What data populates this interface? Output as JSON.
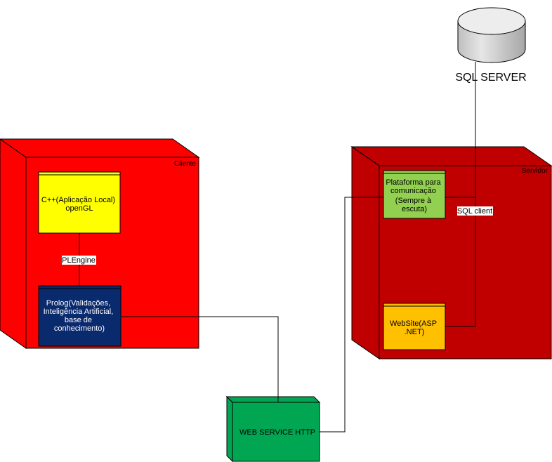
{
  "nodes": {
    "cliente": {
      "name": "Cliente"
    },
    "servidor": {
      "name": "Servidor"
    },
    "webservice": {
      "name": "WEB SERVICE HTTP"
    }
  },
  "components": {
    "cpp": {
      "lines": [
        "C++(Aplicação Local)",
        "openGL"
      ]
    },
    "prolog": {
      "lines": [
        "Prolog(Validações,",
        "Inteligência Artificial,",
        "base de",
        "conhecimento)"
      ]
    },
    "plataforma": {
      "lines": [
        "Plataforma para",
        "comunicação",
        "(Sempre à",
        "escuta)"
      ]
    },
    "website": {
      "lines": [
        "WebSite(ASP",
        ".NET)"
      ]
    }
  },
  "database": {
    "name": "SQL SERVER"
  },
  "connectors": {
    "plengine": "PLEngine",
    "sqlclient": "SQL client"
  },
  "colors": {
    "cliente_node": "#ff0000",
    "servidor_node": "#c00000",
    "webservice_node": "#00a651",
    "cpp_component": "#ffff00",
    "prolog_component": "#0a2a6e",
    "plataforma_component": "#92d050",
    "website_component": "#ffc000",
    "database": "#d9d9d9"
  }
}
